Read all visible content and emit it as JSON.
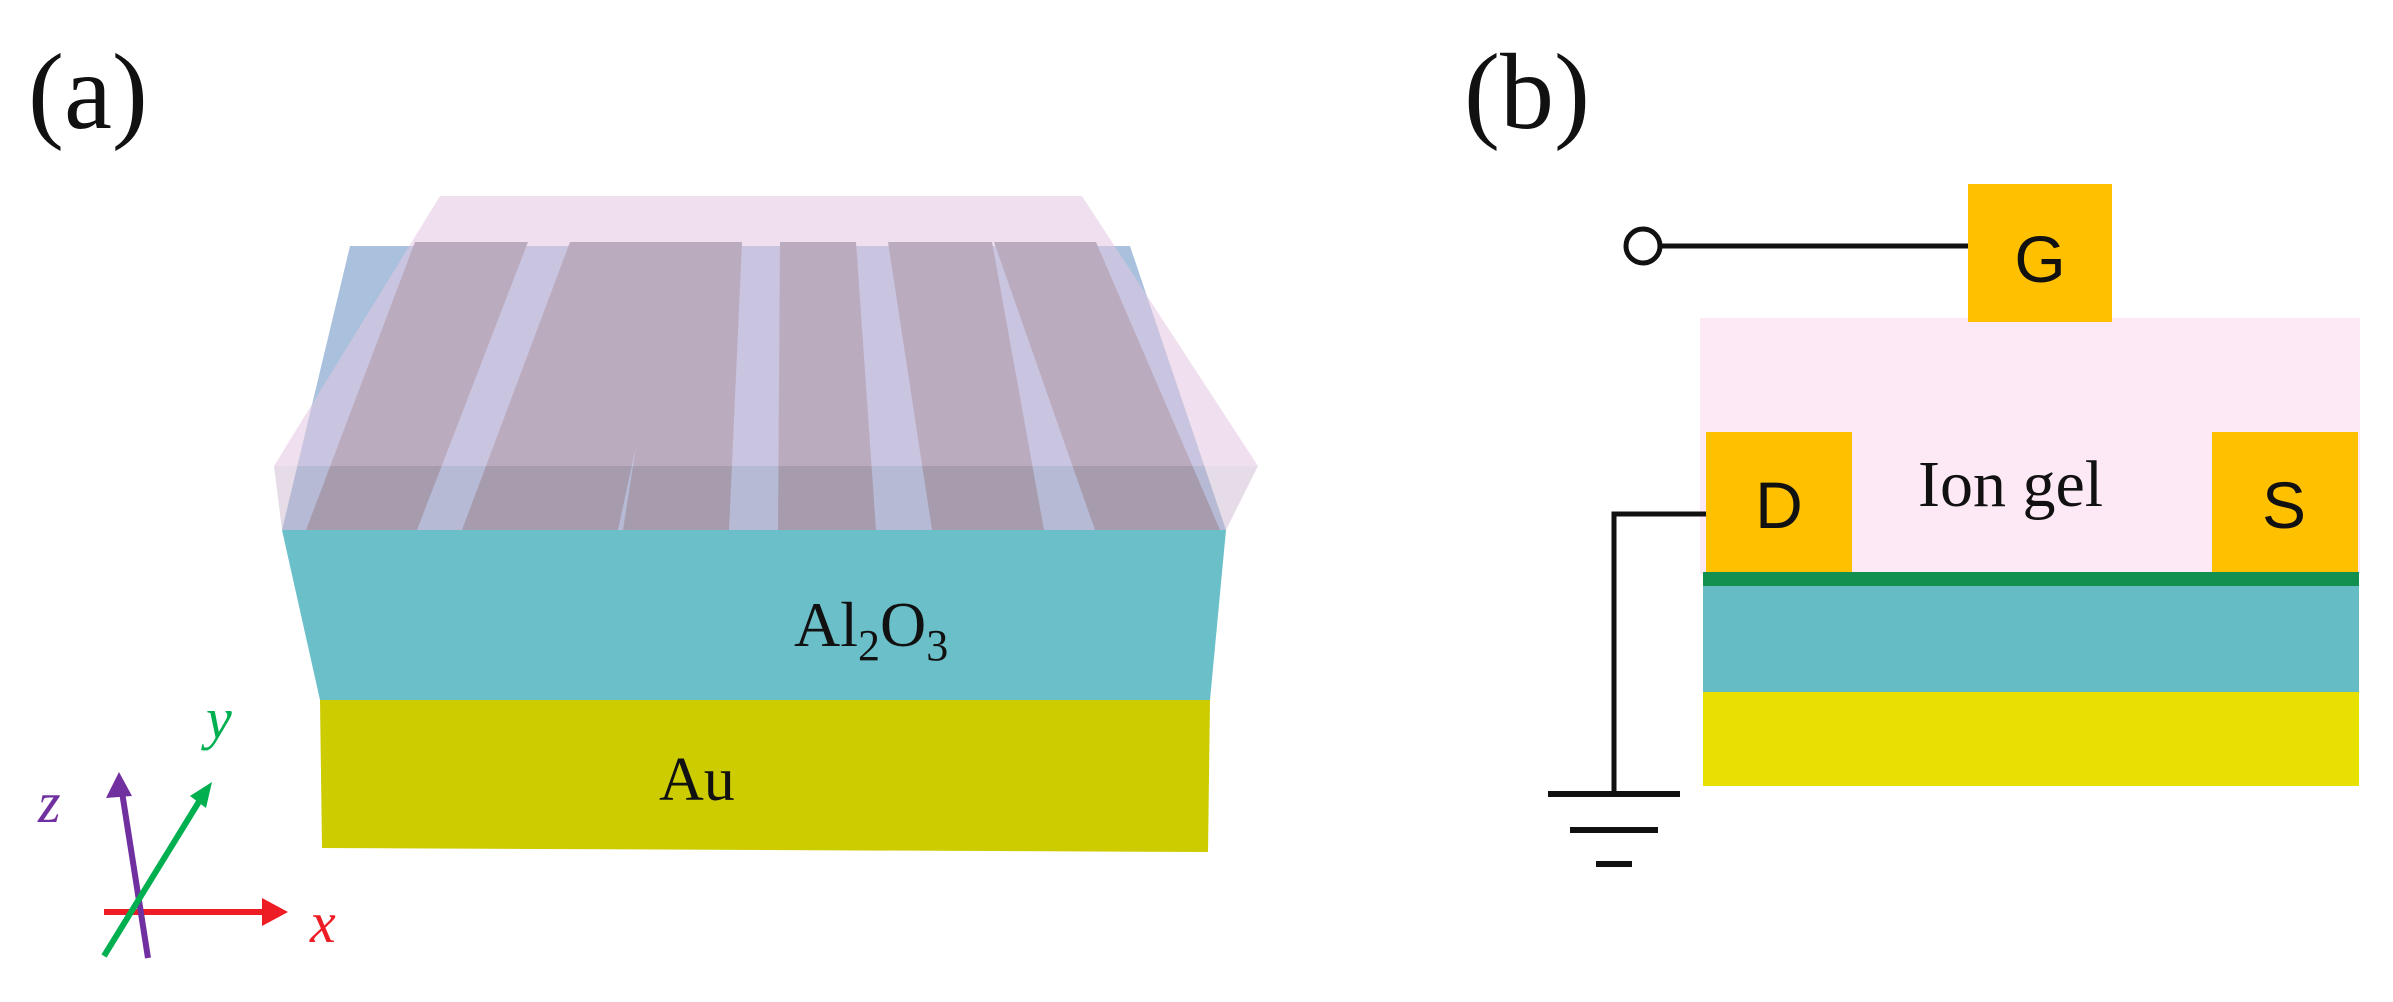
{
  "panel_a": {
    "label": "(a)",
    "layers": {
      "dielectric": {
        "name": "Al",
        "sub1": "2",
        "mid": "O",
        "sub2": "3",
        "color": "#6abfc8"
      },
      "metal": {
        "name": "Au",
        "color": "#cccc00"
      },
      "gel_color": "#e8d2e6",
      "strip_color": "#888a94"
    },
    "strip_count": 6,
    "axes": {
      "x": {
        "label": "x",
        "color": "#ee1c24"
      },
      "y": {
        "label": "y",
        "color": "#00b050"
      },
      "z": {
        "label": "z",
        "color": "#7030a0"
      }
    }
  },
  "panel_b": {
    "label": "(b)",
    "electrodes": {
      "gate": "G",
      "drain": "D",
      "source": "S",
      "color": "#ffc000"
    },
    "ion_gel_label": "Ion gel",
    "colors": {
      "ion_gel": "#fde9f5",
      "graphene": "#119050",
      "dielectric": "#66bcc5",
      "metal": "#e8e000"
    }
  }
}
